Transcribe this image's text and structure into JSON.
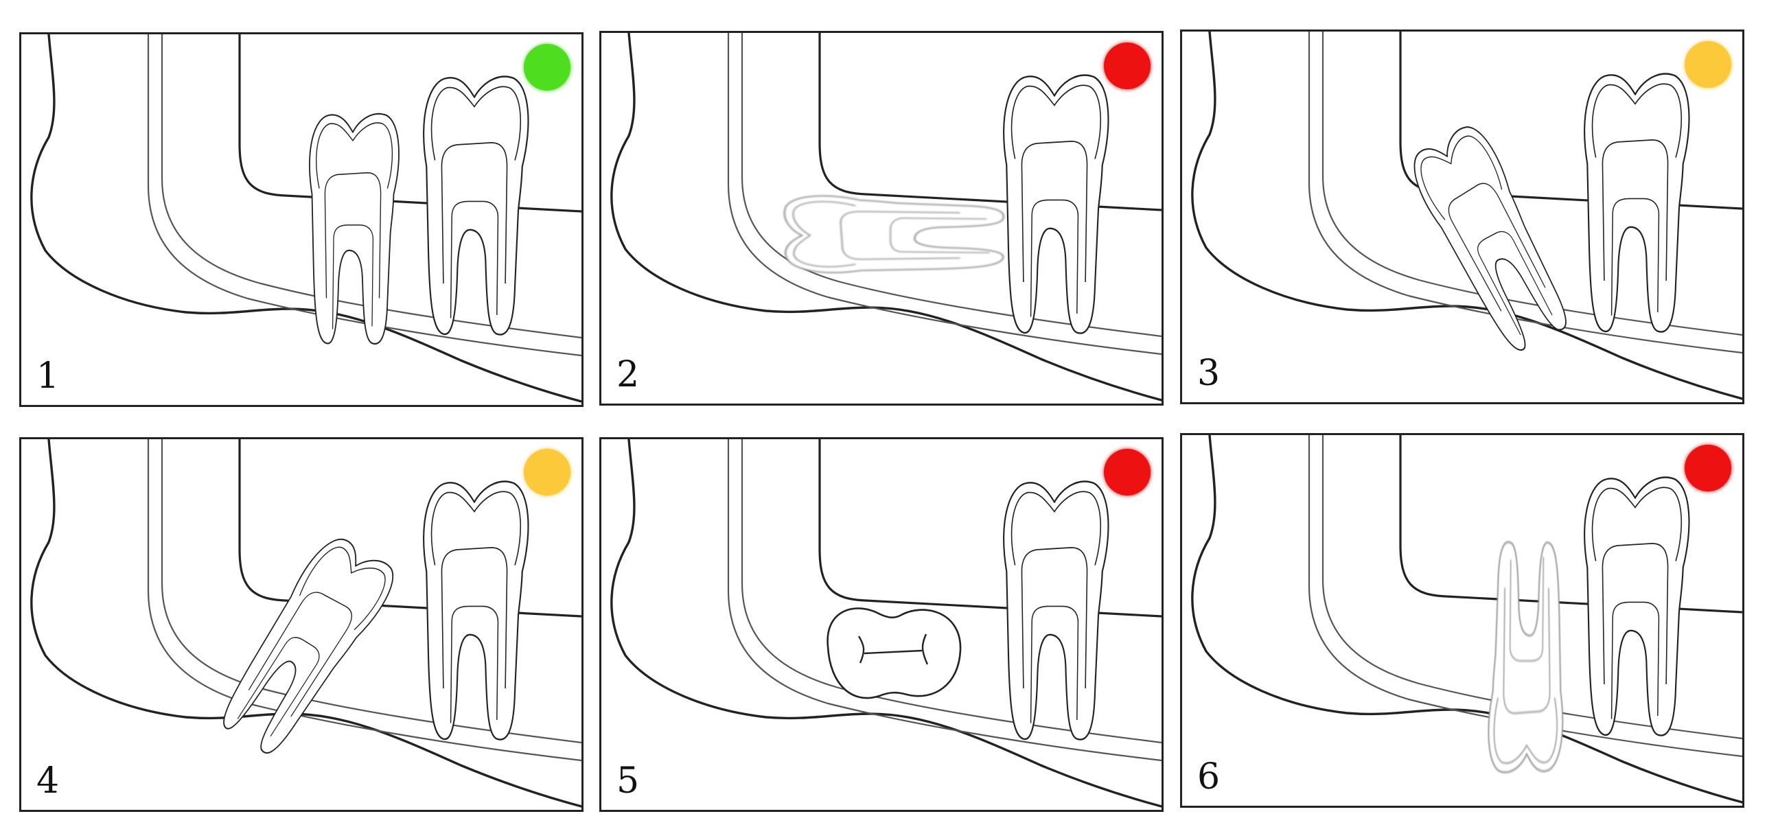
{
  "panels": [
    {
      "number": "1",
      "status": "green",
      "tooth_position": "erupted-vertical"
    },
    {
      "number": "2",
      "status": "red",
      "tooth_position": "horizontal-impaction"
    },
    {
      "number": "3",
      "status": "yellow",
      "tooth_position": "mesioangular-partial"
    },
    {
      "number": "4",
      "status": "yellow",
      "tooth_position": "mesioangular-tilted"
    },
    {
      "number": "5",
      "status": "red",
      "tooth_position": "buccolingual"
    },
    {
      "number": "6",
      "status": "red",
      "tooth_position": "inverted"
    }
  ],
  "colors": {
    "green": "#4fdd1f",
    "red": "#ee1111",
    "yellow": "#fcc93a",
    "line": "#222222",
    "bone_line": "#555555"
  },
  "icons": {
    "status": "circle-status-icon",
    "tooth": "molar-tooth-icon"
  }
}
